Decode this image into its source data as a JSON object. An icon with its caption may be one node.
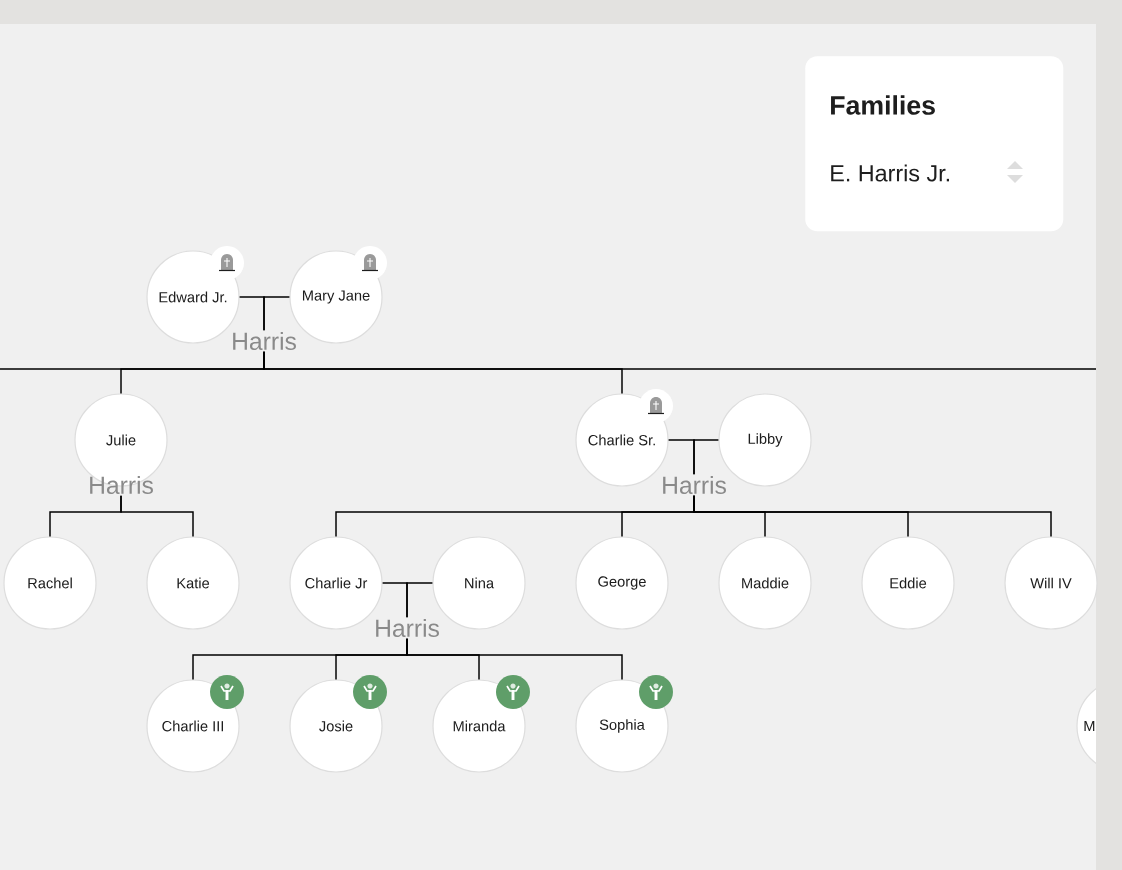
{
  "diagram": {
    "nodes": [
      {
        "text": [
          "Families",
          "E. Harris Jr."
        ]
      },
      {
        "text": [
          "Edward Jr."
        ]
      },
      {
        "text": [
          "Mary Jane"
        ]
      },
      {
        "text": [
          "Harris"
        ]
      },
      {
        "text": [
          "Julie"
        ]
      },
      {
        "text": [
          "Charlie Sr."
        ]
      },
      {
        "text": [
          "Libby"
        ]
      },
      {
        "text": [
          "Harris"
        ]
      },
      {
        "text": [
          "Harris"
        ]
      },
      {
        "text": [
          "Rachel"
        ]
      },
      {
        "text": [
          "Katie"
        ]
      },
      {
        "text": [
          "Charlie Jr"
        ]
      },
      {
        "text": [
          "Nina"
        ]
      },
      {
        "text": [
          "George"
        ]
      },
      {
        "text": [
          "Maddie"
        ]
      },
      {
        "text": [
          "Eddie"
        ]
      },
      {
        "text": [
          "Will IV"
        ]
      },
      {
        "text": [
          "Harris"
        ]
      },
      {
        "text": [
          "Charlie III"
        ]
      },
      {
        "text": [
          "Josie"
        ]
      },
      {
        "text": [
          "Miranda"
        ]
      },
      {
        "text": [
          "Sophia"
        ]
      },
      {
        "text": [
          "M"
        ]
      }
    ],
    "edges": [
      {
        "from": 1,
        "to": 3,
        "arrow": "none"
      },
      {
        "from": 2,
        "to": 3,
        "arrow": "none"
      },
      {
        "from": 3,
        "to": null,
        "arrow": "none"
      },
      {
        "from": 3,
        "to": 4,
        "arrow": "none"
      },
      {
        "from": 3,
        "to": 5,
        "arrow": "none"
      },
      {
        "from": 3,
        "to": null,
        "arrow": "none"
      },
      {
        "from": 5,
        "to": 8,
        "arrow": "none"
      },
      {
        "from": 6,
        "to": 8,
        "arrow": "none"
      },
      {
        "from": 7,
        "to": 9,
        "arrow": "none"
      },
      {
        "from": 7,
        "to": 10,
        "arrow": "none"
      },
      {
        "from": 8,
        "to": 11,
        "arrow": "none"
      },
      {
        "from": 8,
        "to": 13,
        "arrow": "none"
      },
      {
        "from": 8,
        "to": 14,
        "arrow": "none"
      },
      {
        "from": 8,
        "to": 15,
        "arrow": "none"
      },
      {
        "from": 8,
        "to": 16,
        "arrow": "none"
      },
      {
        "from": 11,
        "to": 17,
        "arrow": "none"
      },
      {
        "from": 12,
        "to": 17,
        "arrow": "none"
      },
      {
        "from": 17,
        "to": 18,
        "arrow": "none"
      },
      {
        "from": 17,
        "to": 19,
        "arrow": "none"
      },
      {
        "from": 17,
        "to": 20,
        "arrow": "none"
      },
      {
        "from": 17,
        "to": 21,
        "arrow": "none"
      }
    ]
  }
}
